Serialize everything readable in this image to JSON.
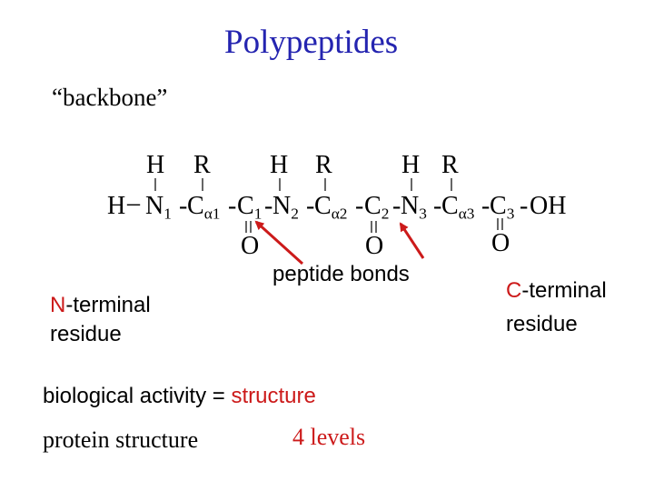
{
  "title": "Polypeptides",
  "backbone_label": "“backbone”",
  "formula": {
    "side_groups": [
      "H",
      "R",
      "H",
      "R",
      "H",
      "R"
    ],
    "n_terminus": "H",
    "chain": [
      {
        "atom": "N",
        "sub": "1"
      },
      {
        "atom": "C",
        "sub": "α1"
      },
      {
        "atom": "C",
        "sub": "1"
      },
      {
        "atom": "N",
        "sub": "2"
      },
      {
        "atom": "C",
        "sub": "α2"
      },
      {
        "atom": "C",
        "sub": "2"
      },
      {
        "atom": "N",
        "sub": "3"
      },
      {
        "atom": "C",
        "sub": "α3"
      },
      {
        "atom": "C",
        "sub": "3"
      }
    ],
    "c_terminus": "OH",
    "carbonyl_oxygens": [
      "O",
      "O",
      "O"
    ],
    "bond_dash": "-"
  },
  "peptide_bonds_label": "peptide bonds",
  "n_terminal_label": {
    "line1": "N-terminal",
    "line2": "residue"
  },
  "c_terminal_label": {
    "line1": "C-terminal",
    "line2": "residue"
  },
  "activity_line": {
    "prefix": "biological activity = ",
    "highlight": "structure"
  },
  "protein_line": {
    "prefix": "protein structure",
    "highlight": "4 levels"
  },
  "colors": {
    "title": "#2424b0",
    "accent": "#cc1a1a",
    "text": "#000000",
    "arrow": "#cc1a1a"
  }
}
